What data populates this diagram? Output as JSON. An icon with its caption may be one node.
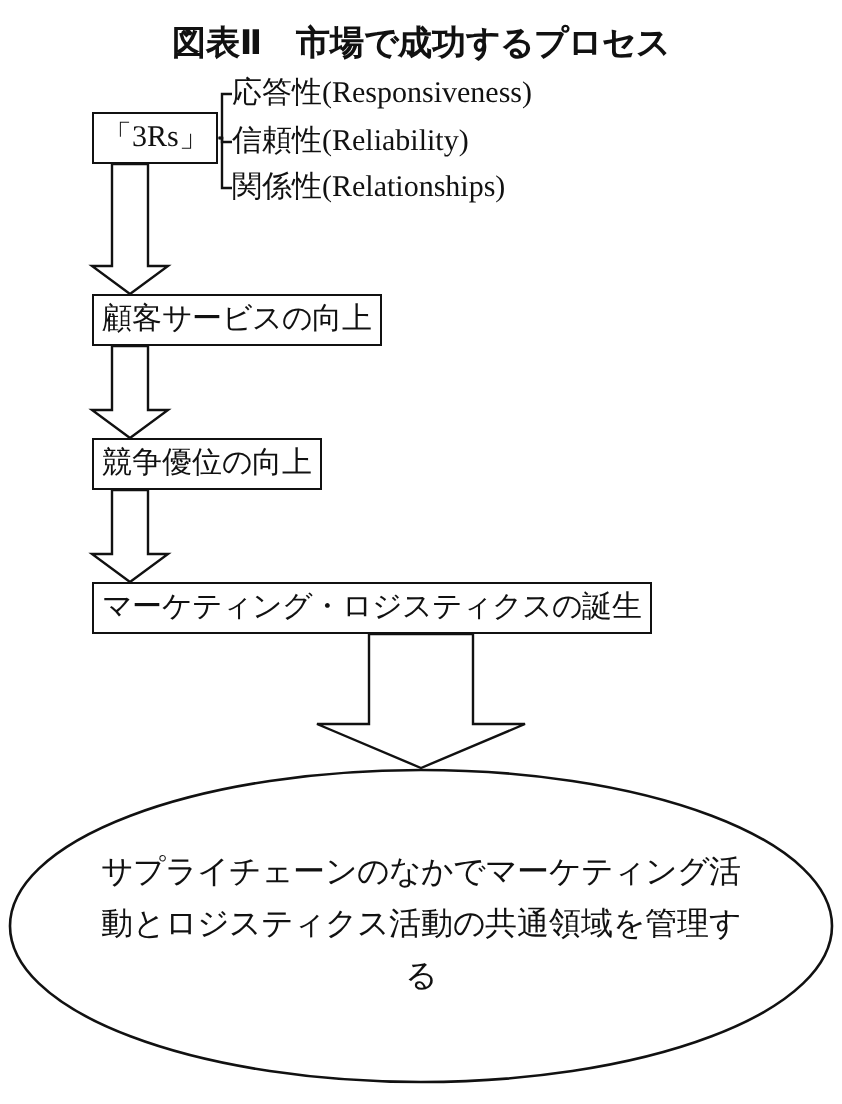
{
  "diagram": {
    "title": "図表Ⅱ　市場で成功するプロセス",
    "nodes": [
      {
        "text": [
          "「3Rs」"
        ]
      },
      {
        "text": [
          "応答性(Responsiveness)"
        ]
      },
      {
        "text": [
          "信頼性(Reliability)"
        ]
      },
      {
        "text": [
          "関係性(Relationships)"
        ]
      },
      {
        "text": [
          "顧客サービスの向上"
        ]
      },
      {
        "text": [
          "競争優位の向上"
        ]
      },
      {
        "text": [
          "マーケティング・ロジスティクスの誕生"
        ]
      },
      {
        "text": [
          "サプライチェーンのなかでマーケティング活動とロジスティクス活動の共通領域を管理する"
        ]
      }
    ],
    "edges": [
      {
        "from": 0,
        "to": 1,
        "arrow": "none"
      },
      {
        "from": 0,
        "to": 2,
        "arrow": "none"
      },
      {
        "from": 0,
        "to": 3,
        "arrow": "none"
      },
      {
        "from": 0,
        "to": 4,
        "arrow": "to"
      },
      {
        "from": 4,
        "to": 5,
        "arrow": "to"
      },
      {
        "from": 5,
        "to": 6,
        "arrow": "to"
      },
      {
        "from": 6,
        "to": 7,
        "arrow": "to"
      }
    ]
  }
}
